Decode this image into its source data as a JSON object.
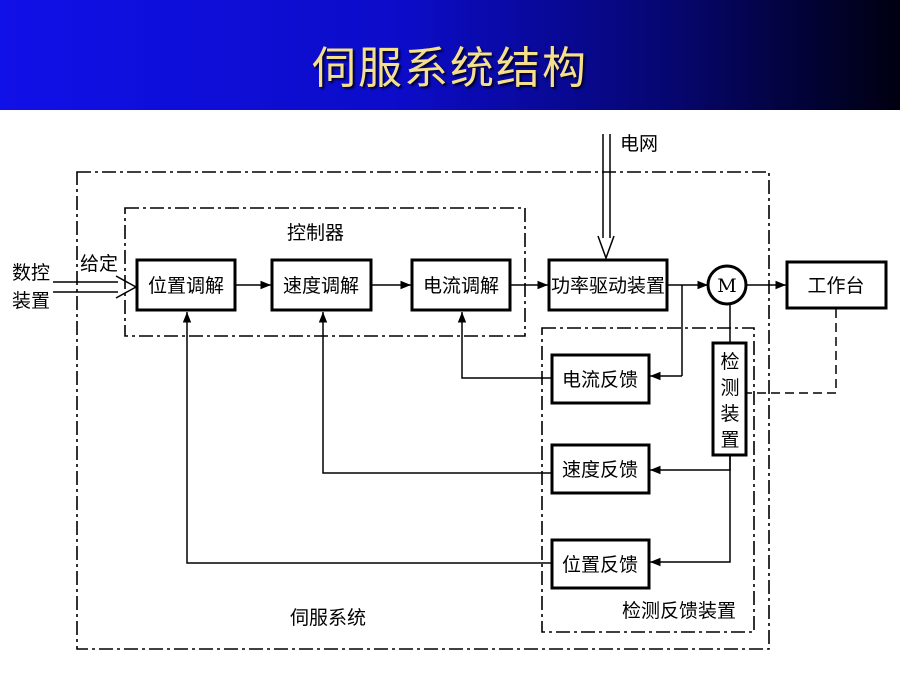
{
  "title": "伺服系统结构",
  "labels": {
    "grid": "电网",
    "cnc_line1": "数控",
    "cnc_line2": "装置",
    "given": "给定",
    "controller": "控制器",
    "servo_system": "伺服系统",
    "detect_feedback_device": "检测反馈装置"
  },
  "blocks": {
    "position_reg": "位置调解",
    "speed_reg": "速度调解",
    "current_reg": "电流调解",
    "power_drive": "功率驱动装置",
    "motor": "M",
    "worktable": "工作台",
    "current_fb": "电流反馈",
    "speed_fb": "速度反馈",
    "position_fb": "位置反馈",
    "detector": [
      "检",
      "测",
      "装",
      "置"
    ]
  }
}
